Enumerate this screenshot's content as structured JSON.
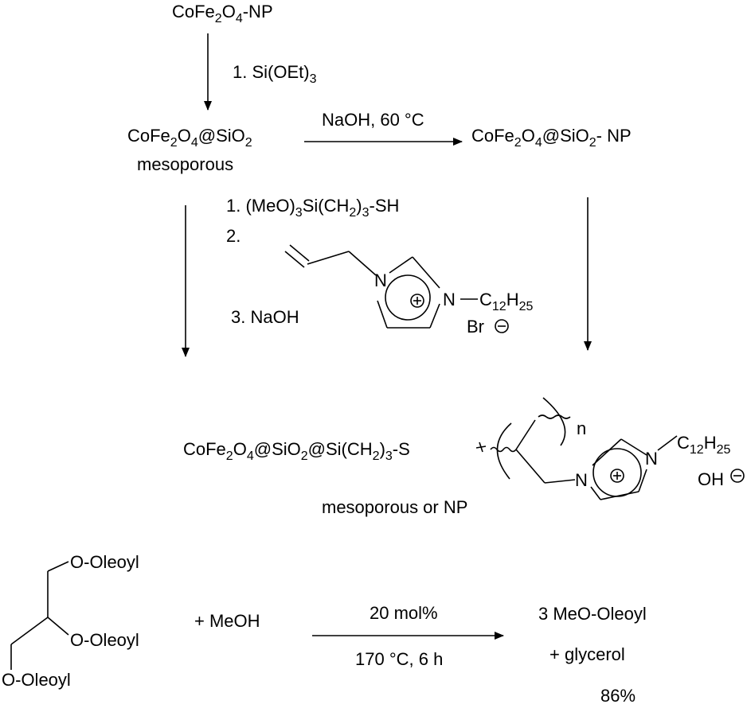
{
  "scheme": {
    "start": {
      "main": "CoFe",
      "s1": "2",
      "m2": "O",
      "s2": "4",
      "tail": "-NP"
    },
    "step1": {
      "prefix": "1. Si(OEt)",
      "sub": "3"
    },
    "meso": {
      "main": "CoFe",
      "s1": "2",
      "m2": "O",
      "s2": "4",
      "m3": "@SiO",
      "s3": "2",
      "label": "mesoporous"
    },
    "naoh_arrow_label": "NaOH, 60 °C",
    "np": {
      "main": "CoFe",
      "s1": "2",
      "m2": "O",
      "s2": "4",
      "m3": "@SiO",
      "s3": "2",
      "tail": "- NP"
    },
    "reagents": {
      "r1": {
        "a": "1. (MeO)",
        "s1": "3",
        "b": "Si(CH",
        "s2": "2",
        "c": ")",
        "s3": "3",
        "d": "-SH"
      },
      "r2_label": "2.",
      "r3_label": "3. NaOH",
      "il": {
        "n1": "N",
        "n2": "N",
        "chain": "C",
        "cs1": "12",
        "cH": "H",
        "cs2": "25",
        "anion": "Br"
      }
    },
    "product": {
      "main": "CoFe",
      "s1": "2",
      "m2": "O",
      "s2": "4",
      "m3": "@SiO",
      "s3": "2",
      "m4": "@Si(CH",
      "s4": "2",
      "m5": ")",
      "s5": "3",
      "m6": "-S",
      "n_label": "n",
      "il": {
        "n1": "N",
        "n2": "N",
        "chain": "C",
        "cs1": "12",
        "cH": "H",
        "cs2": "25",
        "anion": "OH"
      },
      "label": "mesoporous or NP"
    },
    "transesterification": {
      "substituents": [
        "O-Oleoyl",
        "O-Oleoyl",
        "O-Oleoyl"
      ],
      "plus_meoh": "+  MeOH",
      "above_arrow": "20 mol%",
      "below_arrow": "170 °C, 6 h",
      "product1": "3 MeO-Oleoyl",
      "product2": "+  glycerol",
      "yield": "86%"
    }
  }
}
